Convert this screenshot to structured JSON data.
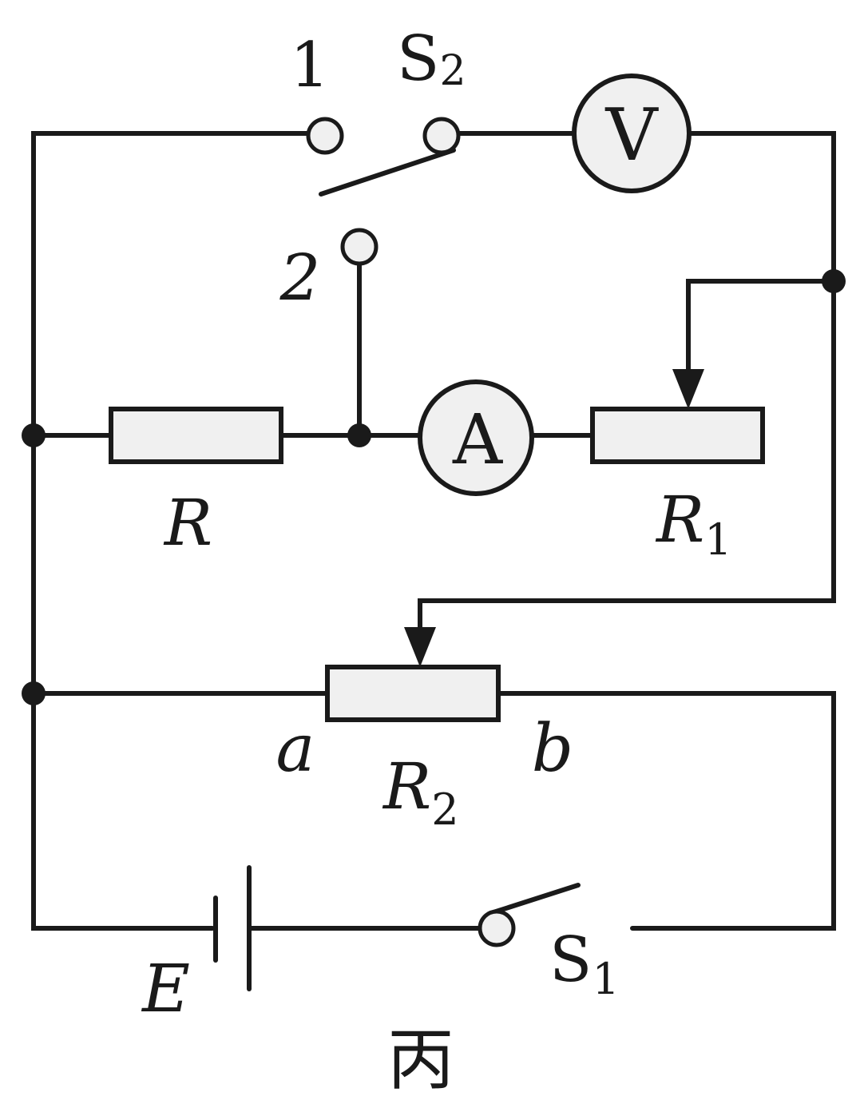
{
  "diagram": {
    "caption": "丙",
    "labels": {
      "switch2_contact1": "1",
      "switch2_contact2": "2",
      "switch2_main": "S",
      "switch2_sub": "2",
      "voltmeter": "V",
      "ammeter": "A",
      "resistor_R": "R",
      "rheostat_R1_main": "R",
      "rheostat_R1_sub": "1",
      "rheostat_R2_main": "R",
      "rheostat_R2_sub": "2",
      "end_a": "a",
      "end_b": "b",
      "battery": "E",
      "switch1_main": "S",
      "switch1_sub": "1"
    }
  }
}
